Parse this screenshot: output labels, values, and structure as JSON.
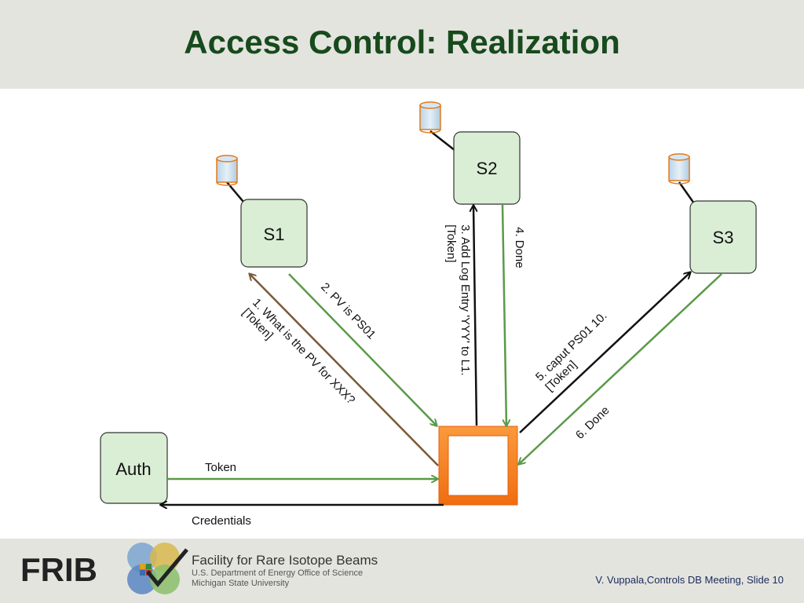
{
  "slide": {
    "title": "Access Control: Realization",
    "footer_text": "V. Vuppala,Controls DB Meeting, Slide 10"
  },
  "diagram": {
    "nodes": {
      "s1": "S1",
      "s2": "S2",
      "s3": "S3",
      "auth": "Auth"
    },
    "edges": {
      "e1_line1": "1. What is the PV for XXX?",
      "e1_line2": "[Token]",
      "e2": "2. PV is PS01",
      "e3_line1": "3. Add Log Entry 'YYY' to L1.",
      "e3_line2": "[Token]",
      "e4": "4. Done",
      "e5_line1": "5. caput  PS01 10.",
      "e5_line2": "[Token]",
      "e6": "6. Done",
      "token": "Token",
      "credentials": "Credentials"
    },
    "colors": {
      "node_fill": "#d9eed5",
      "green_arrow": "#5a9a48",
      "brown_arrow": "#7a5a3a",
      "black_arrow": "#111111",
      "client_orange": "#f57f17"
    }
  },
  "logo": {
    "acronym": "FRIB",
    "org_name": "Facility for Rare Isotope Beams",
    "org_line2": "U.S. Department of Energy Office of Science",
    "org_line3": "Michigan State University"
  }
}
